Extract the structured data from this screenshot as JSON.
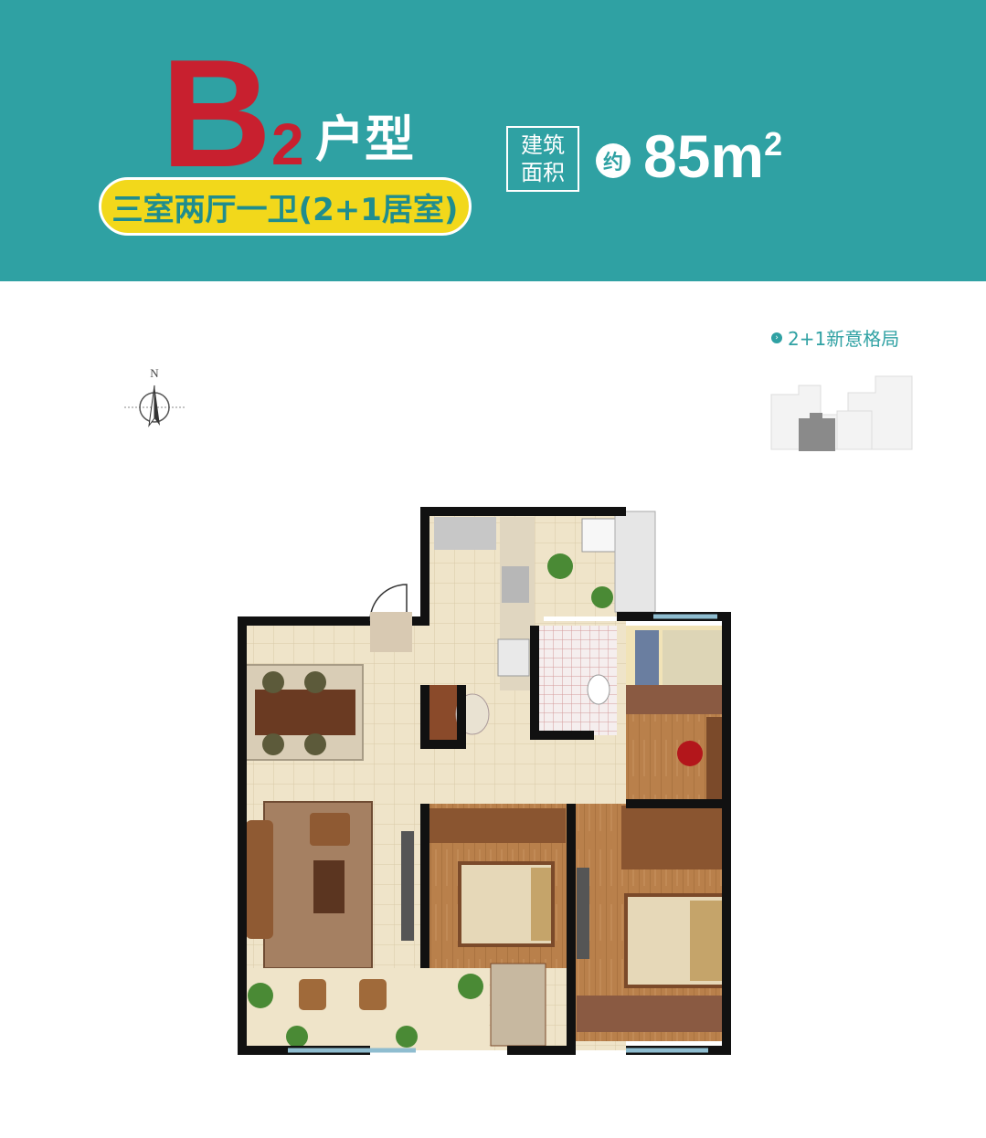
{
  "header": {
    "type_letter": "B",
    "type_number": "2",
    "type_suffix": "户型",
    "layout_desc": "三室两厅一卫(2+1居室)",
    "area_label_line1": "建筑",
    "area_label_line2": "面积",
    "approx": "约",
    "area_value": "85m",
    "area_unit_sup": "2"
  },
  "side": {
    "layout_tag": "2+1新意格局",
    "compass_label": "N"
  },
  "colors": {
    "banner": "#2fa1a3",
    "accent_red": "#c8202f",
    "pill_yellow": "#f2d81b"
  }
}
